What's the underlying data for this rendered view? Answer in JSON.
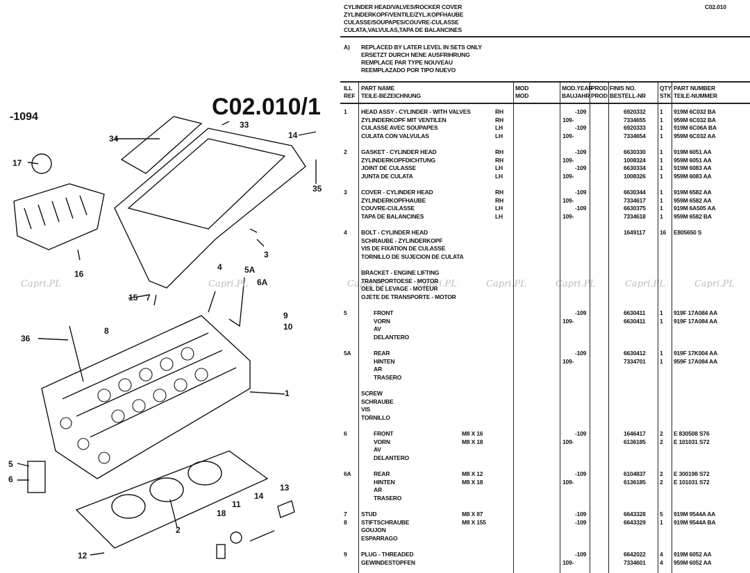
{
  "header": {
    "titles": [
      "CYLINDER HEAD/VALVES/ROCKER COVER",
      "ZYLINDERKOPF/VENTILE/ZYL.KOPFHAUBE",
      "CULASSE/SOUPAPES/COUVRE-CULASSE",
      "CULATA,VALVULAS,TAPA DE BALANCINES"
    ],
    "code": "C02.010"
  },
  "note": {
    "label": "A)",
    "lines": [
      "REPLACED BY LATER LEVEL IN SETS ONLY",
      "ERSETZT DURCH NENE AUSFRIHRUNG",
      "REMPLACE PAR TYPE NOUVEAU",
      "REEMPLAZADO POR TIPO NUEVO"
    ]
  },
  "columns": {
    "ill": [
      "ILL",
      "REF"
    ],
    "name": [
      "PART NAME",
      "TEILE-BEZEICHNUNG"
    ],
    "mod": [
      "MOD",
      "MOD"
    ],
    "modyear": [
      "MOD.YEAR",
      "BAUJAHR"
    ],
    "prod": [
      "PROD",
      "PROD"
    ],
    "finis": [
      "FINIS NO.",
      "BESTELL-NR"
    ],
    "qty": [
      "QTY",
      "STK"
    ],
    "part": [
      "PART NUMBER",
      "TEILE-NUMMER"
    ]
  },
  "rows": [
    {
      "ill": "1",
      "name": "HEAD ASSY - CYLINDER - WITH VALVES",
      "mod": "RH",
      "year": "-109",
      "finis": "6920332",
      "qty": "1",
      "part": "919M 6C032 BA"
    },
    {
      "name": "ZYLINDERKOPF MIT VENTILEN",
      "mod": "RH",
      "year": "109-",
      "finis": "7334655",
      "qty": "1",
      "part": "959M 6C032 BA"
    },
    {
      "name": "CULASSE AVEC SOUPAPES",
      "mod": "LH",
      "year": "-109",
      "finis": "6920333",
      "qty": "1",
      "part": "919M 6C06A BA"
    },
    {
      "name": "CULATA CON VALVULAS",
      "mod": "LH",
      "year": "109-",
      "finis": "7334654",
      "qty": "1",
      "part": "959M 6C032 AA"
    },
    {},
    {
      "ill": "2",
      "name": "GASKET - CYLINDER HEAD",
      "mod": "RH",
      "year": "-109",
      "finis": "6630330",
      "qty": "1",
      "part": "919M 6051 AA"
    },
    {
      "name": "ZYLINDERKOPFDICHTUNG",
      "mod": "RH",
      "year": "109-",
      "finis": "1008324",
      "qty": "1",
      "part": "959M 6051 AA"
    },
    {
      "name": "JOINT DE CULASSE",
      "mod": "LH",
      "year": "-109",
      "finis": "6630334",
      "qty": "1",
      "part": "919M 6083 AA"
    },
    {
      "name": "JUNTA DE CULATA",
      "mod": "LH",
      "year": "109-",
      "finis": "1008326",
      "qty": "1",
      "part": "959M 6083 AA"
    },
    {},
    {
      "ill": "3",
      "name": "COVER - CYLINDER HEAD",
      "mod": "RH",
      "year": "-109",
      "finis": "6630344",
      "qty": "1",
      "part": "919M 6582 AA"
    },
    {
      "name": "ZYLINDERKOPFHAUBE",
      "mod": "RH",
      "year": "109-",
      "finis": "7334617",
      "qty": "1",
      "part": "959M 6582 AA"
    },
    {
      "name": "COUVRE-CULASSE",
      "mod": "LH",
      "year": "-109",
      "finis": "6630375",
      "qty": "1",
      "part": "919M 6A505 AA"
    },
    {
      "name": "TAPA DE BALANCINES",
      "mod": "LH",
      "year": "109-",
      "finis": "7334618",
      "qty": "1",
      "part": "959M 6582 BA"
    },
    {},
    {
      "ill": "4",
      "name": "BOLT - CYLINDER HEAD",
      "finis": "1649117",
      "qty": "16",
      "part": "E805650 S"
    },
    {
      "name": "SCHRAUBE - ZYLINDERKOPF"
    },
    {
      "name": "VIS DE FIXATION DE CULASSE"
    },
    {
      "name": "TORNILLO DE SUJECION DE CULATA"
    },
    {},
    {
      "name": "BRACKET - ENGINE LIFTING"
    },
    {
      "name": "TRANSPORTOESE - MOTOR"
    },
    {
      "name": "OEIL DE LEVAGE - MOTEUR"
    },
    {
      "name": "OJETE DE TRANSPORTE - MOTOR"
    },
    {},
    {
      "ill": "5",
      "name": "FRONT",
      "indent": true,
      "year": "-109",
      "finis": "6630411",
      "qty": "1",
      "part": "919F 17A084 AA"
    },
    {
      "name": "VORN",
      "indent": true,
      "year": "109-",
      "finis": "6630411",
      "qty": "1",
      "part": "919F 17A084 AA"
    },
    {
      "name": "AV",
      "indent": true
    },
    {
      "name": "DELANTERO",
      "indent": true
    },
    {},
    {
      "ill": "5A",
      "name": "REAR",
      "indent": true,
      "year": "-109",
      "finis": "6630412",
      "qty": "1",
      "part": "919F 17K004 AA"
    },
    {
      "name": "HINTEN",
      "indent": true,
      "year": "109-",
      "finis": "7334701",
      "qty": "1",
      "part": "959F 17A084 AA"
    },
    {
      "name": "AR",
      "indent": true
    },
    {
      "name": "TRASERO",
      "indent": true
    },
    {},
    {
      "name": "SCREW"
    },
    {
      "name": "SCHRAUBE"
    },
    {
      "name": "VIS"
    },
    {
      "name": "TORNILLO"
    },
    {},
    {
      "ill": "6",
      "name": "FRONT",
      "indent": true,
      "mod": "M8 X 16",
      "year": "-109",
      "finis": "1646417",
      "qty": "2",
      "part": "E 830508 S76"
    },
    {
      "name": "VORN",
      "indent": true,
      "mod": "M8 X 18",
      "year": "109-",
      "finis": "6136185",
      "qty": "2",
      "part": "E 101031 S72"
    },
    {
      "name": "AV",
      "indent": true
    },
    {
      "name": "DELANTERO",
      "indent": true
    },
    {},
    {
      "ill": "6A",
      "name": "REAR",
      "indent": true,
      "mod": "M8 X 12",
      "year": "-109",
      "finis": "6104837",
      "qty": "2",
      "part": "E 300198 S72"
    },
    {
      "name": "HINTEN",
      "indent": true,
      "mod": "M8 X 18",
      "year": "109-",
      "finis": "6136185",
      "qty": "2",
      "part": "E 101031 S72"
    },
    {
      "name": "AR",
      "indent": true
    },
    {
      "name": "TRASERO",
      "indent": true
    },
    {},
    {
      "ill": "7",
      "name": "STUD",
      "mod": "M8 X 87",
      "year": "-109",
      "finis": "6643328",
      "qty": "5",
      "part": "919M 9544A AA"
    },
    {
      "ill": "8",
      "name": "STIFTSCHRAUBE",
      "mod": "M8 X 155",
      "year": "-109",
      "finis": "6643329",
      "qty": "1",
      "part": "919M 9544A BA"
    },
    {
      "name": "GOUJON"
    },
    {
      "name": "ESPARRAGO"
    },
    {},
    {
      "ill": "9",
      "name": "PLUG - THREADED",
      "year": "-109",
      "finis": "6642022",
      "qty": "4",
      "part": "919M 6052 AA"
    },
    {
      "name": "GEWINDESTOPFEN",
      "year": "109-",
      "finis": "7334601",
      "qty": "4",
      "part": "959M 6052 AA"
    }
  ],
  "diagram": {
    "title": "C02.010/1",
    "ref": "-1094",
    "callouts": [
      "33",
      "34",
      "17",
      "14",
      "35",
      "16",
      "3",
      "15",
      "7",
      "4",
      "5A",
      "6A",
      "9",
      "10",
      "36",
      "8",
      "1",
      "5",
      "6",
      "2",
      "18",
      "11",
      "14",
      "13",
      "12"
    ]
  },
  "watermark": "Capri.PL"
}
